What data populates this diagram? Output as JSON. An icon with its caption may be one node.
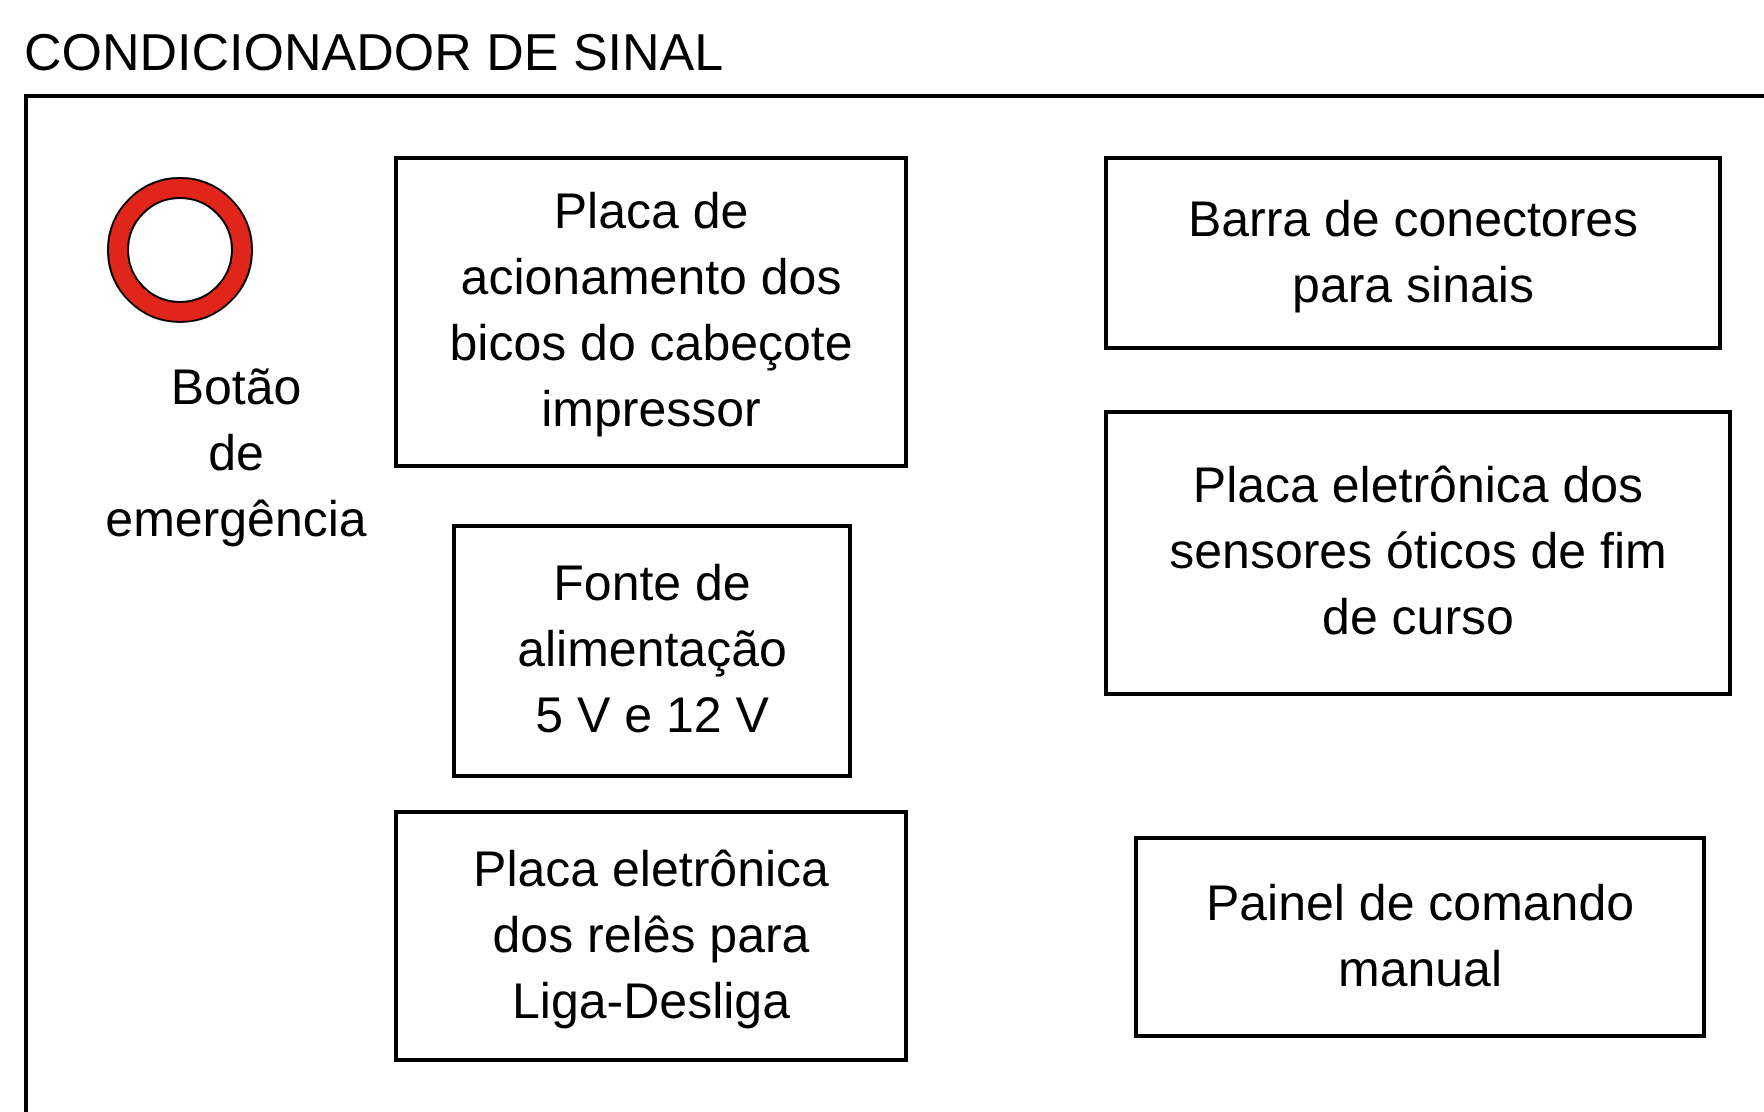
{
  "diagram": {
    "nodes": [
      {
        "text": [
          "CONDICIONADOR DE SINAL"
        ]
      },
      {
        "text": [
          "Botão de emergência"
        ],
        "in": 0
      },
      {
        "text": [
          "Placa de acionamento dos bicos do cabeçote impressor"
        ],
        "in": 0
      },
      {
        "text": [
          "Barra de conectores para sinais"
        ],
        "in": 0
      },
      {
        "text": [
          "Placa eletrônica dos sensores óticos de fim de curso"
        ],
        "in": 0
      },
      {
        "text": [
          "Fonte de alimentação 5 V e 12 V"
        ],
        "in": 0
      },
      {
        "text": [
          "Placa eletrônica dos relês para Liga-Desliga"
        ],
        "in": 0
      },
      {
        "text": [
          "Painel de comando manual"
        ],
        "in": 0
      }
    ],
    "edges": []
  }
}
